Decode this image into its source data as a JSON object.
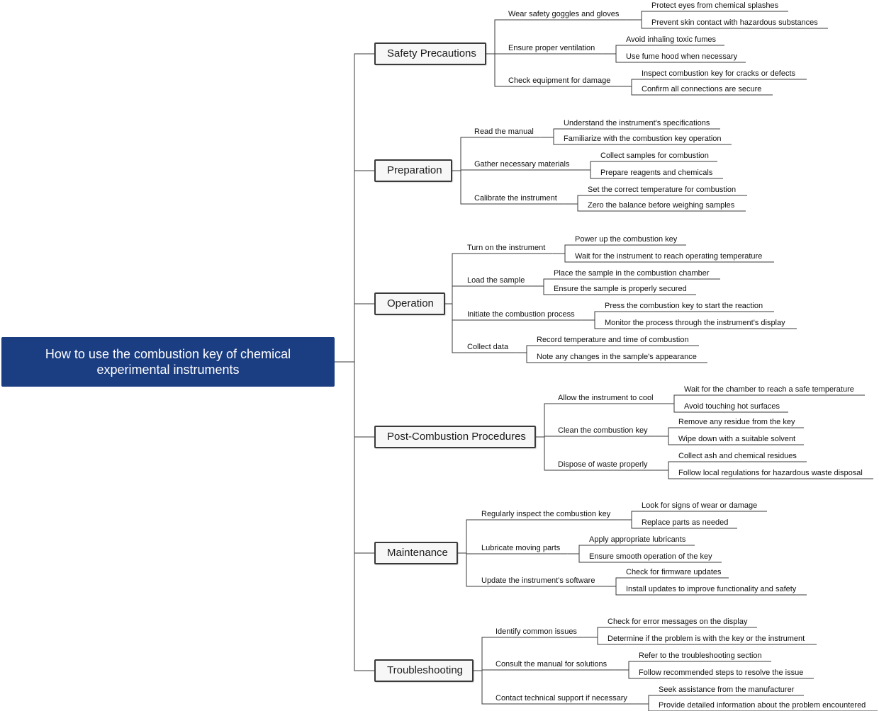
{
  "root": {
    "title": "How to use the combustion key of chemical experimental instruments"
  },
  "branches": [
    {
      "title": "Safety Precautions",
      "children": [
        {
          "title": "Wear safety goggles and gloves",
          "leaves": [
            "Protect eyes from chemical splashes",
            "Prevent skin contact with hazardous substances"
          ]
        },
        {
          "title": "Ensure proper ventilation",
          "leaves": [
            "Avoid inhaling toxic fumes",
            "Use fume hood when necessary"
          ]
        },
        {
          "title": "Check equipment for damage",
          "leaves": [
            "Inspect combustion key for cracks or defects",
            "Confirm all connections are secure"
          ]
        }
      ]
    },
    {
      "title": "Preparation",
      "children": [
        {
          "title": "Read the manual",
          "leaves": [
            "Understand the instrument's specifications",
            "Familiarize with the combustion key operation"
          ]
        },
        {
          "title": "Gather necessary materials",
          "leaves": [
            "Collect samples for combustion",
            "Prepare reagents and chemicals"
          ]
        },
        {
          "title": "Calibrate the instrument",
          "leaves": [
            "Set the correct temperature for combustion",
            "Zero the balance before weighing samples"
          ]
        }
      ]
    },
    {
      "title": "Operation",
      "children": [
        {
          "title": "Turn on the instrument",
          "leaves": [
            "Power up the combustion key",
            "Wait for the instrument to reach operating temperature"
          ]
        },
        {
          "title": "Load the sample",
          "leaves": [
            "Place the sample in the combustion chamber",
            "Ensure the sample is properly secured"
          ]
        },
        {
          "title": "Initiate the combustion process",
          "leaves": [
            "Press the combustion key to start the reaction",
            "Monitor the process through the instrument's display"
          ]
        },
        {
          "title": "Collect data",
          "leaves": [
            "Record temperature and time of combustion",
            "Note any changes in the sample's appearance"
          ]
        }
      ]
    },
    {
      "title": "Post-Combustion Procedures",
      "children": [
        {
          "title": "Allow the instrument to cool",
          "leaves": [
            "Wait for the chamber to reach a safe temperature",
            "Avoid touching hot surfaces"
          ]
        },
        {
          "title": "Clean the combustion key",
          "leaves": [
            "Remove any residue from the key",
            "Wipe down with a suitable solvent"
          ]
        },
        {
          "title": "Dispose of waste properly",
          "leaves": [
            "Collect ash and chemical residues",
            "Follow local regulations for hazardous waste disposal"
          ]
        }
      ]
    },
    {
      "title": "Maintenance",
      "children": [
        {
          "title": "Regularly inspect the combustion key",
          "leaves": [
            "Look for signs of wear or damage",
            "Replace parts as needed"
          ]
        },
        {
          "title": "Lubricate moving parts",
          "leaves": [
            "Apply appropriate lubricants",
            "Ensure smooth operation of the key"
          ]
        },
        {
          "title": "Update the instrument's software",
          "leaves": [
            "Check for firmware updates",
            "Install updates to improve functionality and safety"
          ]
        }
      ]
    },
    {
      "title": "Troubleshooting",
      "children": [
        {
          "title": "Identify common issues",
          "leaves": [
            "Check for error messages on the display",
            "Determine if the problem is with the key or the instrument"
          ]
        },
        {
          "title": "Consult the manual for solutions",
          "leaves": [
            "Refer to the troubleshooting section",
            "Follow recommended steps to resolve the issue"
          ]
        },
        {
          "title": "Contact technical support if necessary",
          "leaves": [
            "Seek assistance from the manufacturer",
            "Provide detailed information about the problem encountered"
          ]
        }
      ]
    }
  ],
  "colors": {
    "root_fill": "#1b3d82",
    "line": "#3a3a3a"
  }
}
